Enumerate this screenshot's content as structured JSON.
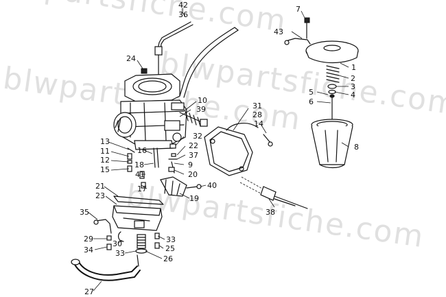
{
  "watermark": "blwpartsfiche.com",
  "callouts": [
    {
      "id": "42",
      "label": "42"
    },
    {
      "id": "36",
      "label": "36"
    },
    {
      "id": "7",
      "label": "7"
    },
    {
      "id": "43",
      "label": "43"
    },
    {
      "id": "24",
      "label": "24"
    },
    {
      "id": "1",
      "label": "1"
    },
    {
      "id": "2",
      "label": "2"
    },
    {
      "id": "3",
      "label": "3"
    },
    {
      "id": "4",
      "label": "4"
    },
    {
      "id": "5",
      "label": "5"
    },
    {
      "id": "6",
      "label": "6"
    },
    {
      "id": "10",
      "label": "10"
    },
    {
      "id": "39",
      "label": "39"
    },
    {
      "id": "31",
      "label": "31"
    },
    {
      "id": "28",
      "label": "28"
    },
    {
      "id": "14",
      "label": "14"
    },
    {
      "id": "8",
      "label": "8"
    },
    {
      "id": "13",
      "label": "13"
    },
    {
      "id": "11",
      "label": "11"
    },
    {
      "id": "12",
      "label": "12"
    },
    {
      "id": "15",
      "label": "15"
    },
    {
      "id": "16",
      "label": "16"
    },
    {
      "id": "18",
      "label": "18"
    },
    {
      "id": "32",
      "label": "32"
    },
    {
      "id": "22",
      "label": "22"
    },
    {
      "id": "37",
      "label": "37"
    },
    {
      "id": "9",
      "label": "9"
    },
    {
      "id": "20",
      "label": "20"
    },
    {
      "id": "41",
      "label": "41"
    },
    {
      "id": "17",
      "label": "17"
    },
    {
      "id": "40",
      "label": "40"
    },
    {
      "id": "19",
      "label": "19"
    },
    {
      "id": "21",
      "label": "21"
    },
    {
      "id": "23",
      "label": "23"
    },
    {
      "id": "38",
      "label": "38"
    },
    {
      "id": "35",
      "label": "35"
    },
    {
      "id": "29",
      "label": "29"
    },
    {
      "id": "30",
      "label": "30"
    },
    {
      "id": "34",
      "label": "34"
    },
    {
      "id": "33a",
      "label": "33"
    },
    {
      "id": "25",
      "label": "25"
    },
    {
      "id": "33b",
      "label": "33"
    },
    {
      "id": "26",
      "label": "26"
    },
    {
      "id": "27",
      "label": "27"
    }
  ]
}
